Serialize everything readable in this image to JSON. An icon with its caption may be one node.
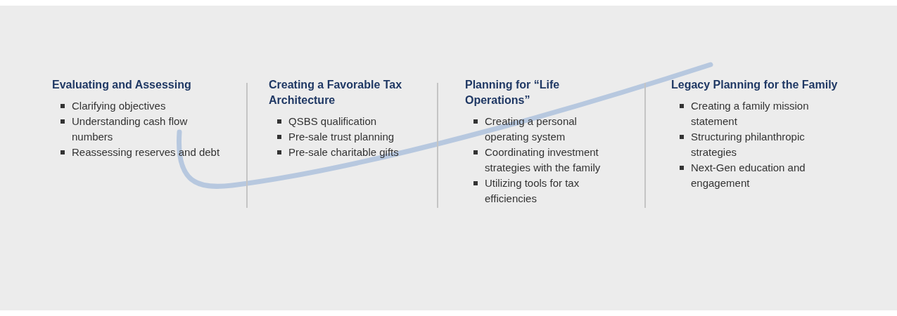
{
  "diagram": {
    "nodes": [
      {
        "text": [
          "Evaluating and Assessing",
          "Clarifying objectives",
          "Understanding cash flow numbers",
          "Reassessing reserves and debt"
        ]
      },
      {
        "text": [
          "Creating a Favorable Tax Architecture",
          "QSBS qualification",
          "Pre-sale trust planning",
          "Pre-sale charitable gifts"
        ]
      },
      {
        "text": [
          "Planning for “Life Operations”",
          "Creating a personal operating system",
          "Coordinating investment strategies with the family",
          "Utilizing tools for tax efficiencies"
        ]
      },
      {
        "text": [
          "Legacy Planning for the Family",
          "Creating a family mission statement",
          "Structuring philanthropic strategies",
          "Next-Gen education and engagement"
        ]
      }
    ],
    "edges": []
  }
}
